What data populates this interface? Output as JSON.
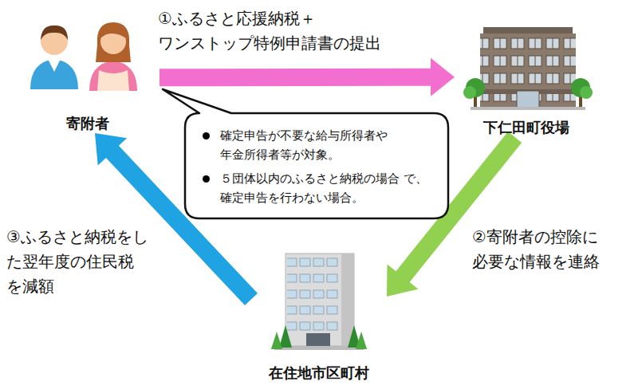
{
  "diagram": {
    "nodes": [
      {
        "text": [
          "寄附者"
        ]
      },
      {
        "text": [
          "下仁田町役場"
        ]
      },
      {
        "text": [
          "確定申告が不要な給与所得者や 年金所得者等が対象。",
          "５団体以内のふるさと納税の場合 で、確定申告を行わない場合。"
        ]
      },
      {
        "text": [
          "在住地市区町村"
        ]
      }
    ],
    "edges": [
      {
        "from": 0,
        "to": 1,
        "arrow": "to",
        "label": "①ふるさと応援納税＋ ワンストップ特例申請書の提出"
      },
      {
        "from": 1,
        "to": 3,
        "arrow": "to",
        "label": "②寄附者の控除に 必要な情報を連絡"
      },
      {
        "from": 3,
        "to": 0,
        "arrow": "to",
        "label": "③ふるさと納税をし た翌年度の住民税 を減額"
      }
    ]
  }
}
